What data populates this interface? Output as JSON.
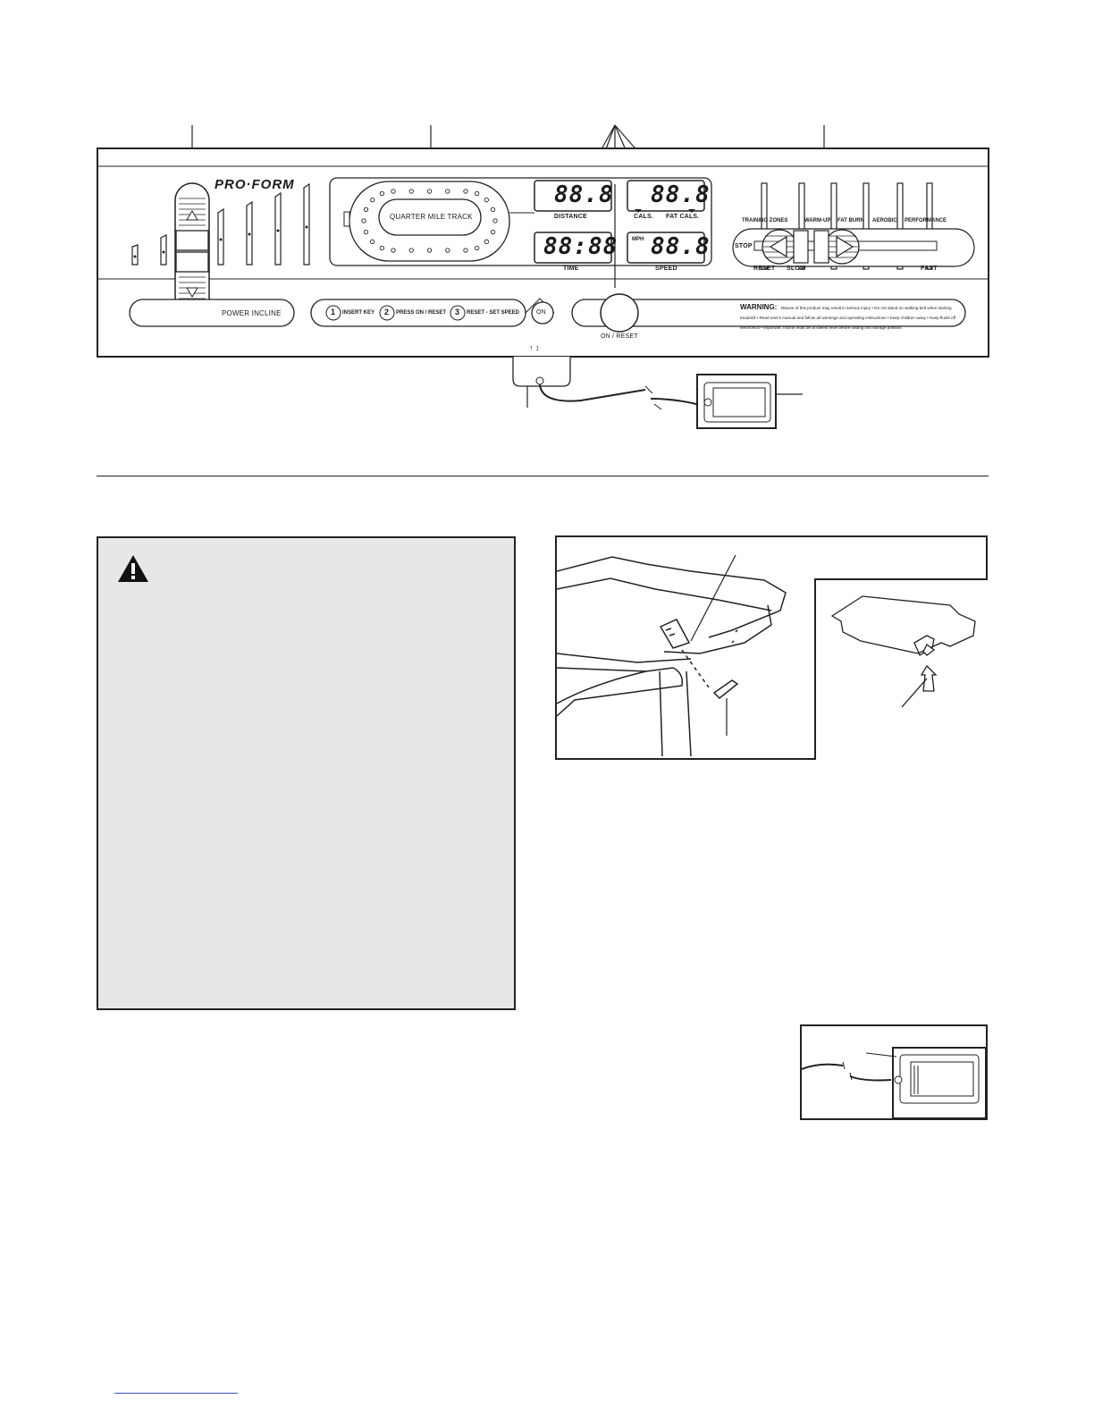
{
  "console": {
    "brand": "PRO·FORM",
    "track_label": "QUARTER MILE TRACK",
    "displays": {
      "distance": {
        "value": "88.8",
        "label": "DISTANCE"
      },
      "calories": {
        "value": "88.8",
        "label_left": "CALS.",
        "label_right": "FAT CALS."
      },
      "time": {
        "value": "88:88",
        "label": "TIME"
      },
      "speed": {
        "value": "88.8",
        "unit": "MPH",
        "label": "SPEED"
      }
    },
    "training_zones": {
      "header": "TRAINING ZONES",
      "zones": [
        "WARM-UP",
        "FAT BURN",
        "AEROBIC",
        "PERFORMANCE"
      ]
    },
    "speed_controls": {
      "stop": "STOP",
      "reset": "RESET",
      "slow": "SLOW",
      "fast": "FAST"
    },
    "power_incline": "POWER INCLINE",
    "steps": [
      {
        "num": "1",
        "text": "INSERT KEY"
      },
      {
        "num": "2",
        "text": "PRESS ON / RESET"
      },
      {
        "num": "3",
        "text": "RESET - SET SPEED"
      }
    ],
    "on_label": "ON",
    "on_reset_label": "ON / RESET",
    "warning": {
      "title": "WARNING:",
      "text": "Misuse of this product may result in serious injury • Do not stand on walking belt when starting treadmill • Read user's manual and follow all warnings and operating instructions • Keep children away • Keep fluids off electronics • Important: Incline must be at lowest level before folding into storage position."
    }
  },
  "colors": {
    "ink": "#1a1a1a",
    "panel_gray": "#e7e7e7",
    "link_blue": "#3a55c9"
  },
  "icons": [
    "warning-triangle-icon",
    "up-arrow-icon",
    "down-arrow-icon",
    "left-arrow-icon",
    "right-arrow-icon"
  ]
}
